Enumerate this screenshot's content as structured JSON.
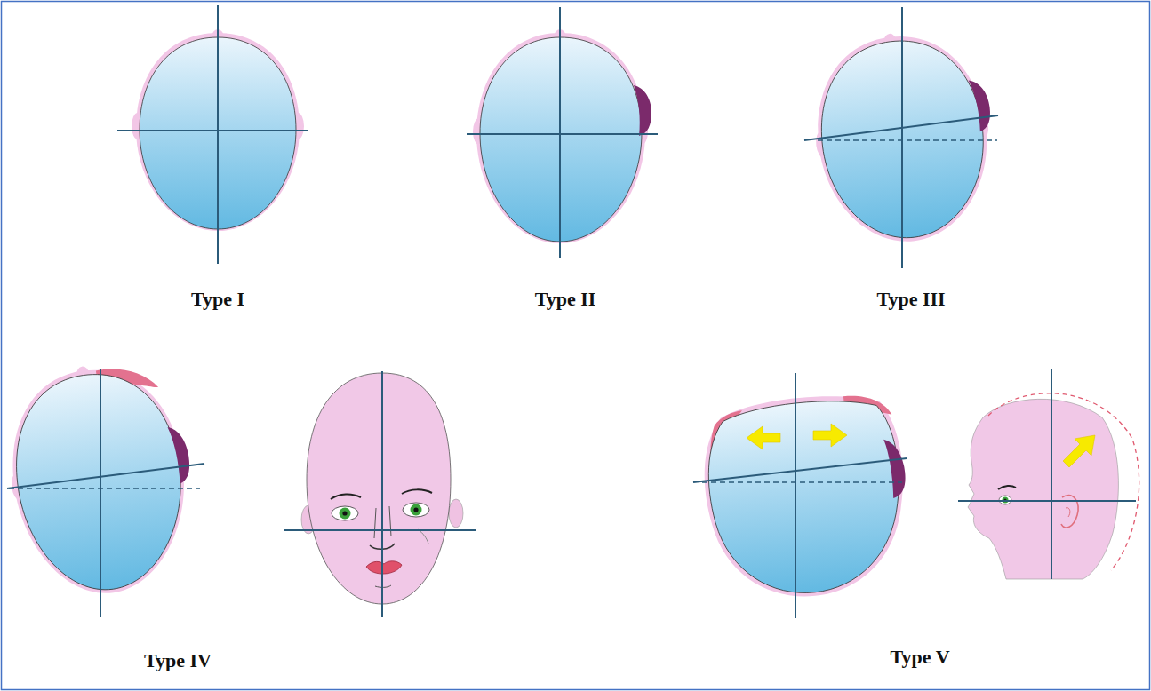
{
  "diagram": {
    "labels": [
      "Type I",
      "Type II",
      "Type III",
      "Type IV",
      "Type V"
    ]
  }
}
